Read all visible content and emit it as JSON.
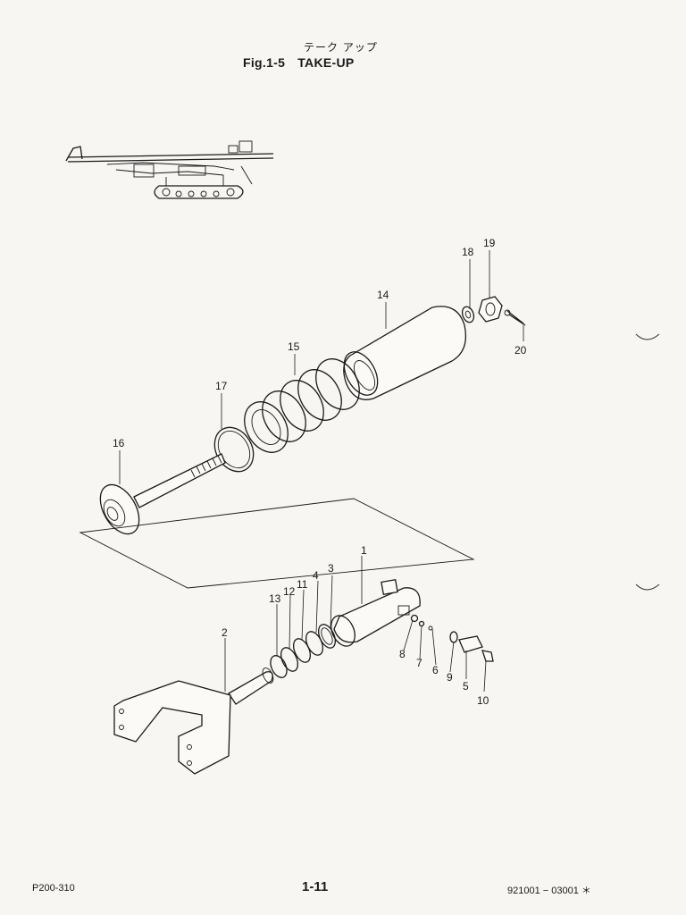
{
  "header": {
    "title_jp": "テーク アップ",
    "fig_number": "Fig.1-5",
    "fig_title": "TAKE-UP"
  },
  "callouts": [
    {
      "id": "1",
      "label": "1"
    },
    {
      "id": "2",
      "label": "2"
    },
    {
      "id": "3",
      "label": "3"
    },
    {
      "id": "4",
      "label": "4"
    },
    {
      "id": "5",
      "label": "5"
    },
    {
      "id": "6",
      "label": "6"
    },
    {
      "id": "7",
      "label": "7"
    },
    {
      "id": "8",
      "label": "8"
    },
    {
      "id": "9",
      "label": "9"
    },
    {
      "id": "10",
      "label": "10"
    },
    {
      "id": "11",
      "label": "11"
    },
    {
      "id": "12",
      "label": "12"
    },
    {
      "id": "13",
      "label": "13"
    },
    {
      "id": "14",
      "label": "14"
    },
    {
      "id": "15",
      "label": "15"
    },
    {
      "id": "16",
      "label": "16"
    },
    {
      "id": "17",
      "label": "17"
    },
    {
      "id": "18",
      "label": "18"
    },
    {
      "id": "19",
      "label": "19"
    },
    {
      "id": "20",
      "label": "20"
    }
  ],
  "footer": {
    "model": "P200-310",
    "page": "1-11",
    "code": "921001 − 03001 ＊"
  },
  "colors": {
    "paper": "#f7f6f2",
    "ink": "#1a1a1a"
  }
}
